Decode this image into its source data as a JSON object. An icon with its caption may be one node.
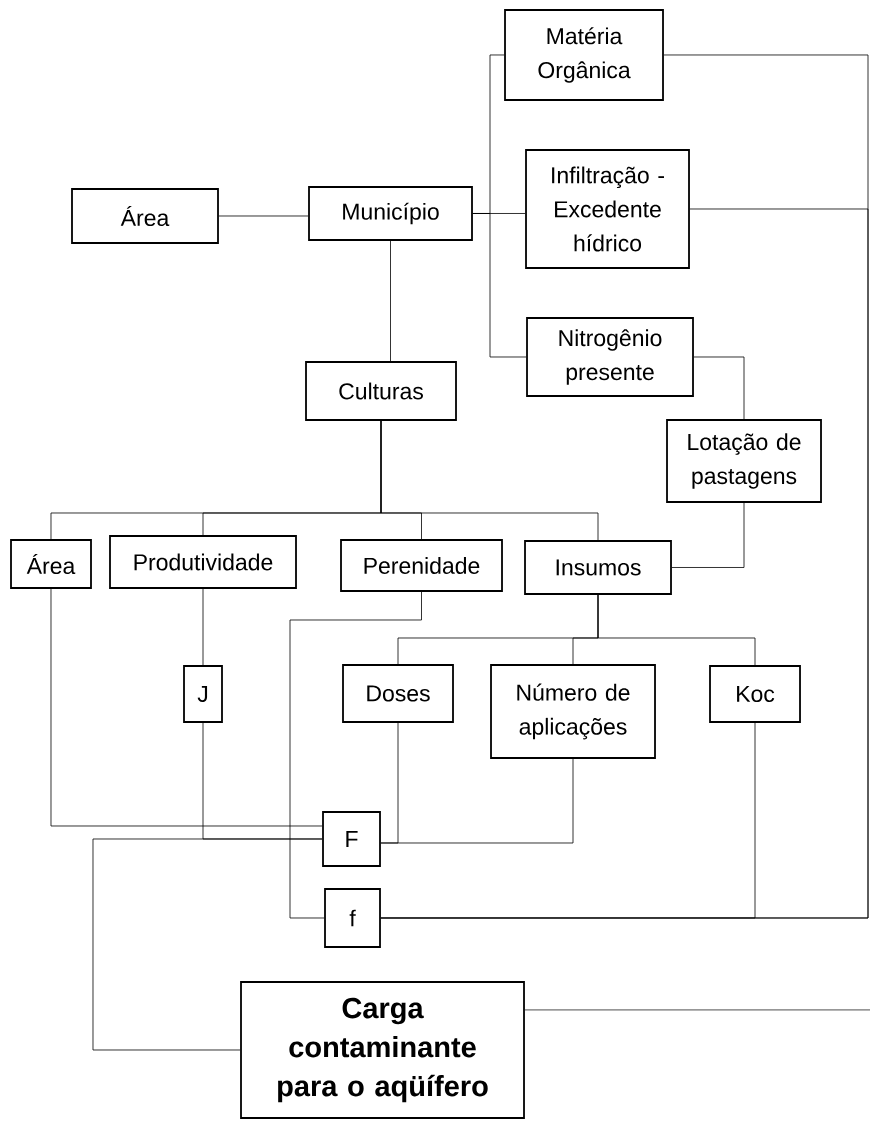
{
  "diagram": {
    "nodes": [
      {
        "text": [
          "Matéria Orgânica"
        ]
      },
      {
        "text": [
          "Área"
        ]
      },
      {
        "text": [
          "Município"
        ]
      },
      {
        "text": [
          "Infiltração - Excedente hídrico"
        ]
      },
      {
        "text": [
          "Nitrogênio presente"
        ]
      },
      {
        "text": [
          "Culturas"
        ]
      },
      {
        "text": [
          "Lotação de pastagens"
        ]
      },
      {
        "text": [
          "Área"
        ]
      },
      {
        "text": [
          "Produtividade"
        ]
      },
      {
        "text": [
          "Perenidade"
        ]
      },
      {
        "text": [
          "Insumos"
        ]
      },
      {
        "text": [
          "J"
        ]
      },
      {
        "text": [
          "Doses"
        ]
      },
      {
        "text": [
          "Número de aplicações"
        ]
      },
      {
        "text": [
          "Koc"
        ]
      },
      {
        "text": [
          "F"
        ]
      },
      {
        "text": [
          "f"
        ]
      },
      {
        "text": [
          "Carga contaminante para o aqüífero"
        ]
      }
    ],
    "edges": [
      {
        "from": 1,
        "to": 2,
        "arrow": "none"
      },
      {
        "from": 2,
        "to": 0,
        "arrow": "none"
      },
      {
        "from": 2,
        "to": 3,
        "arrow": "none"
      },
      {
        "from": 2,
        "to": 4,
        "arrow": "none"
      },
      {
        "from": 2,
        "to": 5,
        "arrow": "none"
      },
      {
        "from": 5,
        "to": 7,
        "arrow": "none"
      },
      {
        "from": 5,
        "to": 8,
        "arrow": "none"
      },
      {
        "from": 5,
        "to": 9,
        "arrow": "none"
      },
      {
        "from": 5,
        "to": 10,
        "arrow": "none"
      },
      {
        "from": 4,
        "to": 6,
        "arrow": "none"
      },
      {
        "from": 6,
        "to": 10,
        "arrow": "none"
      },
      {
        "from": 10,
        "to": 12,
        "arrow": "none"
      },
      {
        "from": 10,
        "to": 13,
        "arrow": "none"
      },
      {
        "from": 10,
        "to": 14,
        "arrow": "none"
      },
      {
        "from": 8,
        "to": 11,
        "arrow": "none"
      },
      {
        "from": 7,
        "to": 15,
        "arrow": "none"
      },
      {
        "from": 11,
        "to": 15,
        "arrow": "none"
      },
      {
        "from": 15,
        "to": 17,
        "arrow": "none"
      },
      {
        "from": 12,
        "to": 15,
        "arrow": "none"
      },
      {
        "from": 13,
        "to": 15,
        "arrow": "none"
      },
      {
        "from": 9,
        "to": 16,
        "arrow": "none"
      },
      {
        "from": 14,
        "to": 16,
        "arrow": "none"
      },
      {
        "from": 0,
        "to": 16,
        "arrow": "none"
      },
      {
        "from": 3,
        "to": 16,
        "arrow": "none"
      },
      {
        "from": 17,
        "to": null,
        "arrow": "none"
      }
    ]
  }
}
